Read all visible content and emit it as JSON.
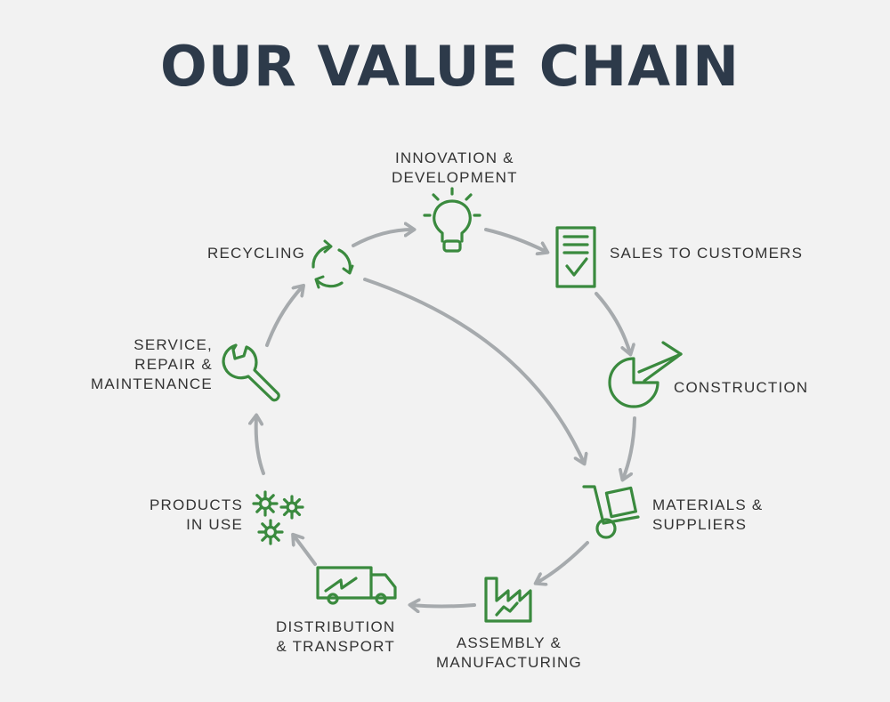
{
  "title": "OUR VALUE CHAIN",
  "colors": {
    "icon": "#3a8a3e",
    "arrow": "#a6aaad",
    "title": "#2d3a4a",
    "text": "#333333",
    "background": "#f2f2f2"
  },
  "stages": [
    {
      "id": "innovation",
      "lines": [
        "INNOVATION &",
        "DEVELOPMENT"
      ],
      "icon": "lightbulb-icon"
    },
    {
      "id": "sales",
      "lines": [
        "SALES TO CUSTOMERS"
      ],
      "icon": "document-check-icon"
    },
    {
      "id": "construction",
      "lines": [
        "CONSTRUCTION"
      ],
      "icon": "pie-pencil-icon"
    },
    {
      "id": "materials",
      "lines": [
        "MATERIALS &",
        "SUPPLIERS"
      ],
      "icon": "hand-truck-icon"
    },
    {
      "id": "assembly",
      "lines": [
        "ASSEMBLY &",
        "MANUFACTURING"
      ],
      "icon": "factory-icon"
    },
    {
      "id": "distribution",
      "lines": [
        "DISTRIBUTION",
        "& TRANSPORT"
      ],
      "icon": "truck-icon"
    },
    {
      "id": "products",
      "lines": [
        "PRODUCTS",
        "IN USE"
      ],
      "icon": "gears-icon"
    },
    {
      "id": "service",
      "lines": [
        "SERVICE,",
        "REPAIR &",
        "MAINTENANCE"
      ],
      "icon": "wrench-icon"
    },
    {
      "id": "recycling",
      "lines": [
        "RECYCLING"
      ],
      "icon": "recycle-icon"
    }
  ]
}
